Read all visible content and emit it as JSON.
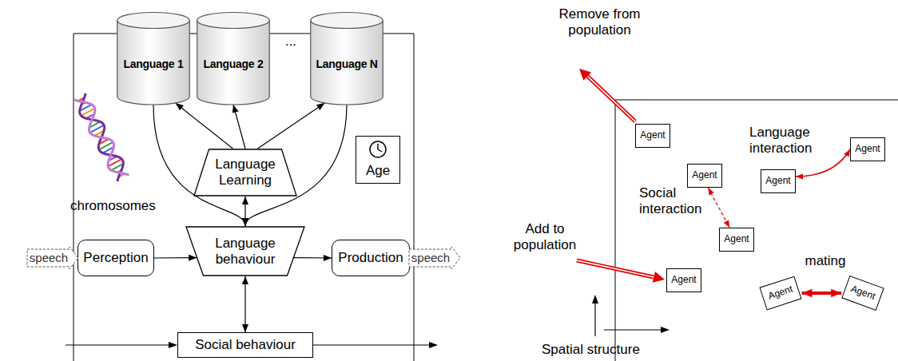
{
  "diagram": {
    "nodes": [
      {
        "text": [
          "Language 1"
        ]
      },
      {
        "text": [
          "Language 2"
        ]
      },
      {
        "text": [
          "Language N"
        ]
      },
      {
        "text": [
          "Language Learning"
        ]
      },
      {
        "text": [
          "Age"
        ]
      },
      {
        "text": [
          "Perception"
        ]
      },
      {
        "text": [
          "Language behaviour"
        ]
      },
      {
        "text": [
          "Production"
        ]
      },
      {
        "text": [
          "Social behaviour"
        ]
      },
      {
        "text": [
          "speech"
        ]
      },
      {
        "text": [
          "speech"
        ]
      },
      {
        "text": [
          "Agent"
        ]
      },
      {
        "text": [
          "Agent"
        ]
      },
      {
        "text": [
          "Agent"
        ]
      },
      {
        "text": [
          "Agent"
        ]
      },
      {
        "text": [
          "Agent"
        ]
      },
      {
        "text": [
          "Agent"
        ]
      },
      {
        "text": [
          "Agent"
        ]
      },
      {
        "text": [
          "Agent"
        ]
      }
    ],
    "edges": [
      {
        "from": 3,
        "to": 0,
        "arrow": "to"
      },
      {
        "from": 3,
        "to": 1,
        "arrow": "to"
      },
      {
        "from": 3,
        "to": 2,
        "arrow": "to"
      },
      {
        "from": 0,
        "to": 6,
        "arrow": "to"
      },
      {
        "from": 2,
        "to": 6,
        "arrow": "to"
      },
      {
        "from": 3,
        "to": 6,
        "arrow": "both"
      },
      {
        "from": 5,
        "to": 6,
        "arrow": "to"
      },
      {
        "from": 6,
        "to": 7,
        "arrow": "to"
      },
      {
        "from": 6,
        "to": 8,
        "arrow": "both"
      },
      {
        "from": 14,
        "to": 12,
        "arrow": "both"
      },
      {
        "from": 13,
        "to": 15,
        "arrow": "both"
      },
      {
        "from": 17,
        "to": 18,
        "arrow": "both"
      }
    ],
    "labels": [
      "...",
      "chromosomes",
      "Remove from population",
      "Language interaction",
      "Social interaction",
      "Add to population",
      "mating",
      "Spatial structure"
    ]
  }
}
